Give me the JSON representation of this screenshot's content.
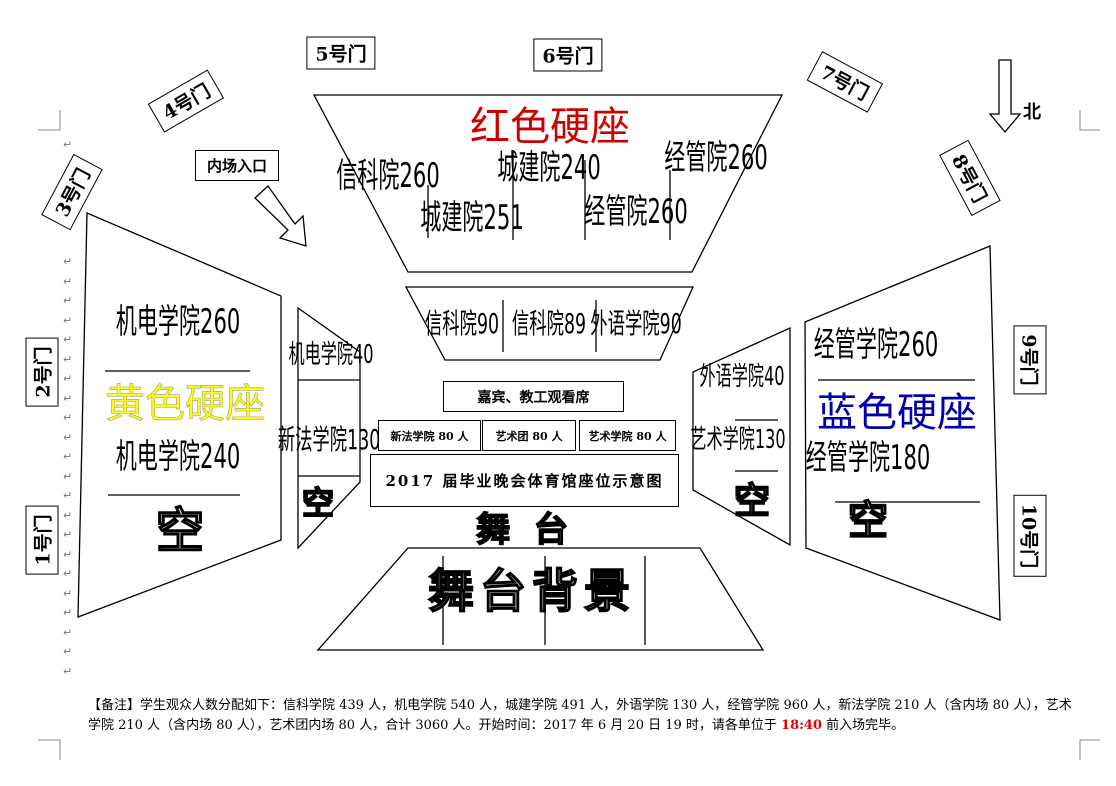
{
  "gates": {
    "g1": "1号门",
    "g2": "2号门",
    "g3": "3号门",
    "g4": "4号门",
    "g5": "5号门",
    "g6": "6号门",
    "g7": "7号门",
    "g8": "8号门",
    "g9": "9号门",
    "g10": "10号门"
  },
  "north": "北",
  "entrance": "内场入口",
  "red_section": {
    "title": "红色硬座",
    "blocks": [
      "信科院260",
      "城建院251",
      "城建院240",
      "经管院260",
      "经管院260"
    ],
    "color": "#cc0000"
  },
  "yellow_section": {
    "title": "黄色硬座",
    "blocks": [
      "机电学院260",
      "机电学院240"
    ],
    "empty": "空",
    "color": "#ffff00"
  },
  "blue_section": {
    "title": "蓝色硬座",
    "blocks": [
      "经管学院260",
      "经管学院180"
    ],
    "empty": "空",
    "color": "#0000aa"
  },
  "left_inner": {
    "blocks": [
      "机电学院40",
      "新法学院130"
    ],
    "empty": "空"
  },
  "right_inner": {
    "blocks": [
      "外语学院40",
      "艺术学院130"
    ],
    "empty": "空"
  },
  "middle_top": {
    "blocks": [
      "信科院90",
      "信科院89",
      "外语学院90"
    ]
  },
  "guest": "嘉宾、教工观看席",
  "floor": [
    "新法学院 80 人",
    "艺术团 80 人",
    "艺术学院 80 人"
  ],
  "title": "2017 届毕业晚会体育馆座位示意图",
  "stage": "舞 台",
  "stage_bg": "舞台背景",
  "note": {
    "part1": "【备注】学生观众人数分配如下：信科学院 439 人，机电学院 540 人，城建学院 491 人，外语学院 130 人，经管学院 960 人，新法学院 210 人（含内场 80 人），艺术学院 210 人（含内场 80 人），艺术团内场 80 人，合计 3060 人。开始时间：2017 年 6 月 20 日 19 时，请各单位于 ",
    "time": "18:40",
    "part2": " 前入场完毕。"
  }
}
